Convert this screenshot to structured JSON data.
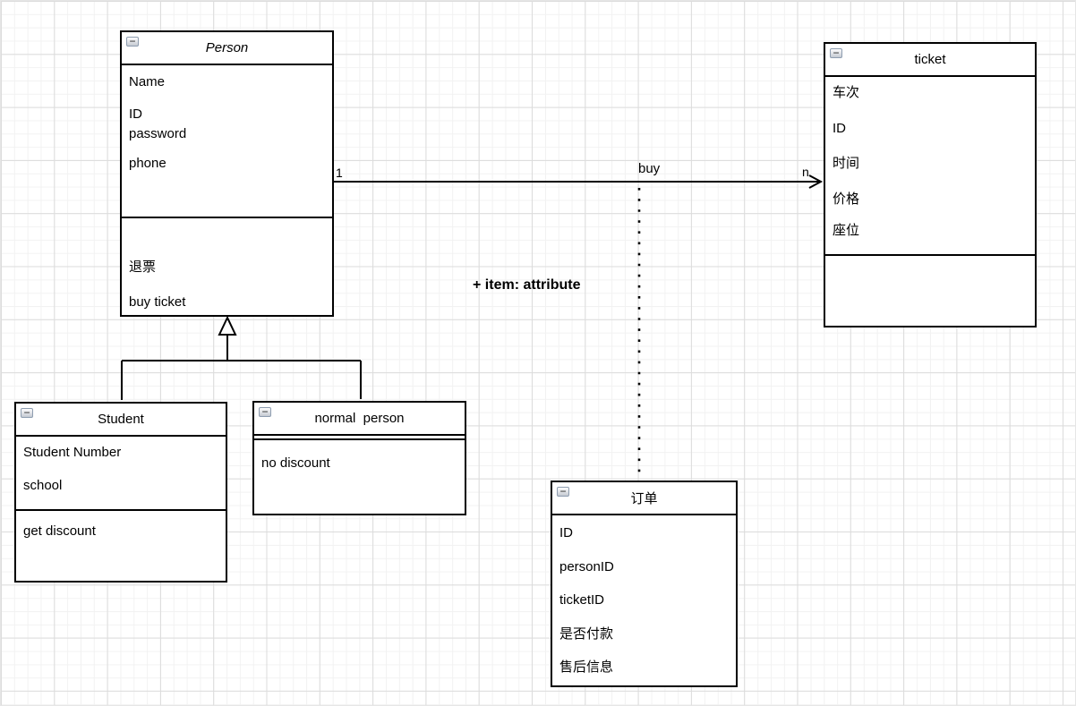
{
  "canvas": {
    "background_color": "#ffffff",
    "grid_minor_color": "#f2f2f2",
    "grid_major_color": "#dcdcdc",
    "stroke_color": "#000000"
  },
  "icons": {
    "collapse": "−"
  },
  "classes": {
    "person": {
      "title": "Person",
      "abstract": true,
      "attributes": [
        "Name",
        "ID",
        "password",
        "phone"
      ],
      "methods": [
        "退票",
        "buy ticket"
      ]
    },
    "ticket": {
      "title": "ticket",
      "attributes": [
        "车次",
        "ID",
        "时间",
        "价格",
        "座位"
      ],
      "methods": []
    },
    "student": {
      "title": "Student",
      "attributes": [
        "Student Number",
        "school"
      ],
      "methods": [
        "get discount"
      ]
    },
    "normal_person": {
      "title": "normal  person",
      "attributes": [],
      "methods": [
        "no discount"
      ]
    },
    "order": {
      "title": "订单",
      "attributes": [
        "ID",
        "personID",
        "ticketID",
        "是否付款",
        "售后信息"
      ],
      "methods": []
    }
  },
  "edges": {
    "buy_association": {
      "label": "buy",
      "source_multiplicity": "1",
      "target_multiplicity": "n"
    },
    "association_note": "+ item: attribute",
    "generalization_children": [
      "Student",
      "normal  person"
    ]
  }
}
